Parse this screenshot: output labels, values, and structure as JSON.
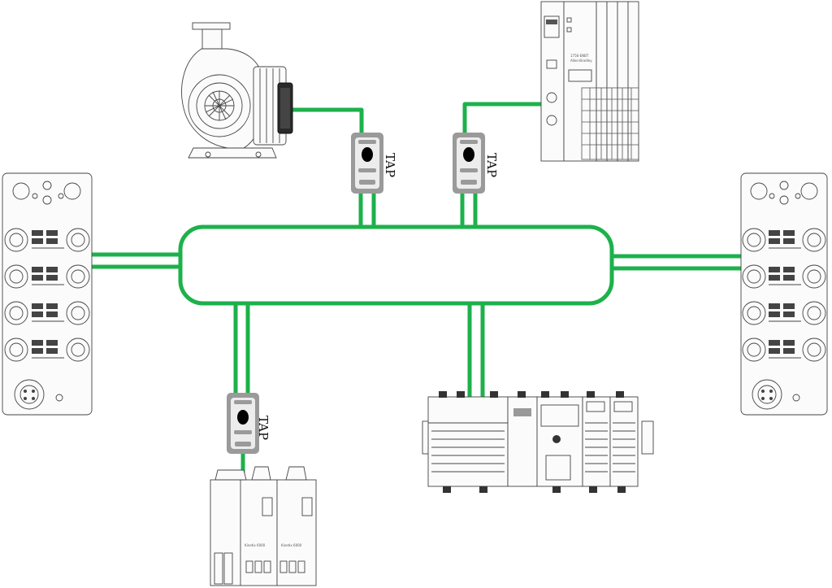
{
  "colors": {
    "cable": "#1db14b",
    "tap_body": "#9a9a9a",
    "tap_face": "#ececec",
    "tap_dot": "#000000",
    "device_stroke": "#444444"
  },
  "taps": [
    {
      "label": "TAP"
    },
    {
      "label": "TAP"
    },
    {
      "label": "TAP"
    }
  ],
  "devices": [
    {
      "icon": "pump-motor-icon"
    },
    {
      "icon": "plc-io-rack-icon"
    },
    {
      "icon": "distributed-io-block-icon"
    },
    {
      "icon": "distributed-io-block-icon"
    },
    {
      "icon": "controller-chassis-icon"
    },
    {
      "icon": "servo-drive-icon"
    }
  ],
  "drive_labels": [
    "Kinetix 6000",
    "Kinetix 6000"
  ],
  "rack_labels": [
    "1756-ENBT",
    "Allen-Bradley"
  ]
}
